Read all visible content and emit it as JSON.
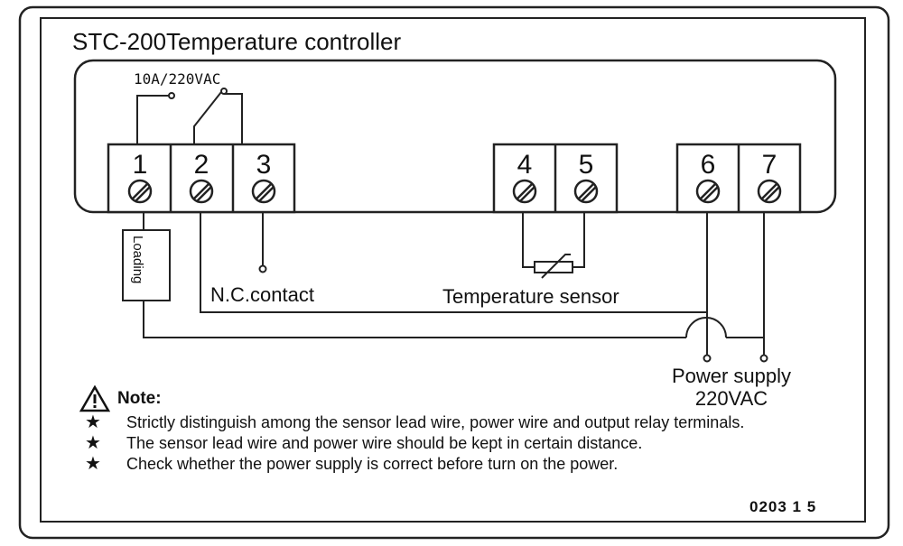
{
  "title": "STC-200Temperature controller",
  "relay_rating": "10A/220VAC",
  "terminals": [
    "1",
    "2",
    "3",
    "4",
    "5",
    "6",
    "7"
  ],
  "load_label": "Loading",
  "nc_label": "N.C.contact",
  "sensor_label": "Temperature sensor",
  "power_label_line1": "Power supply",
  "power_label_line2": "220VAC",
  "note": {
    "title": "Note:",
    "icon": "warning-triangle-icon",
    "items": [
      "Strictly distinguish among the sensor lead wire, power wire and output relay terminals.",
      "The sensor lead wire and power wire should be kept in certain distance.",
      "Check whether the power supply is correct before turn on the power."
    ]
  },
  "code": "0203  1 5"
}
